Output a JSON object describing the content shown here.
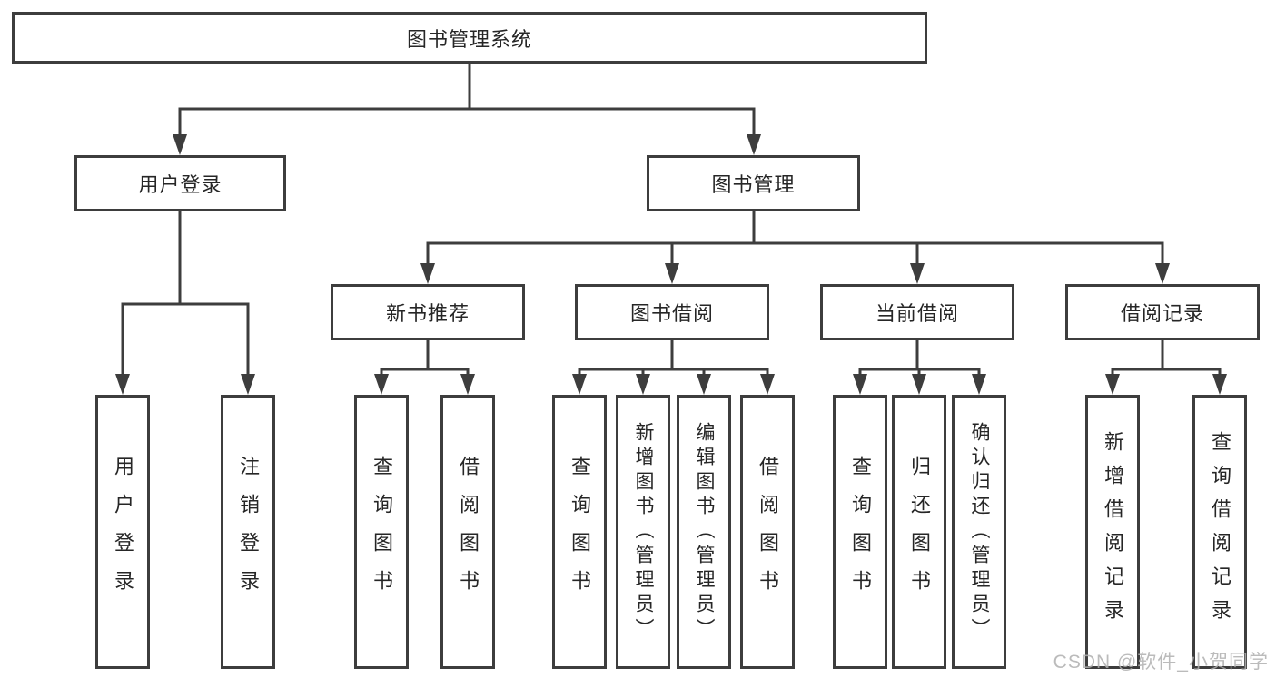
{
  "diagram": {
    "root": {
      "label": "图书管理系统"
    },
    "level2": [
      {
        "label": "用户登录"
      },
      {
        "label": "图书管理"
      }
    ],
    "level3": [
      {
        "label": "新书推荐"
      },
      {
        "label": "图书借阅"
      },
      {
        "label": "当前借阅"
      },
      {
        "label": "借阅记录"
      }
    ],
    "leaf_groups": [
      {
        "parent": "用户登录",
        "leaves": [
          "用户登录",
          "注销登录"
        ]
      },
      {
        "parent": "新书推荐",
        "leaves": [
          "查询图书",
          "借阅图书"
        ]
      },
      {
        "parent": "图书借阅",
        "leaves": [
          "查询图书",
          "新增图书（管理员）",
          "编辑图书（管理员）",
          "借阅图书"
        ]
      },
      {
        "parent": "当前借阅",
        "leaves": [
          "查询图书",
          "归还图书",
          "确认归还（管理员）"
        ]
      },
      {
        "parent": "借阅记录",
        "leaves": [
          "新增借阅记录",
          "查询借阅记录"
        ]
      }
    ]
  },
  "watermark": "CSDN @软件_小贺同学",
  "colors": {
    "line": "#3d3d3d",
    "text": "#262626",
    "background": "#ffffff",
    "watermark": "#b0b0b0"
  }
}
